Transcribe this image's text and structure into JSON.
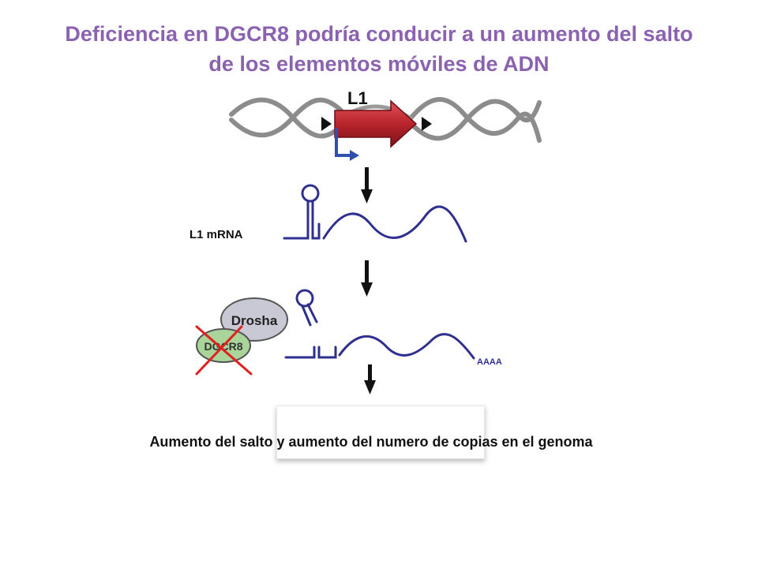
{
  "title": {
    "line1": "Deficiencia en DGCR8 podría conducir a un aumento del salto",
    "line2": "de los elementos móviles de ADN"
  },
  "labels": {
    "l1": "L1",
    "l1_mrna": "L1 mRNA",
    "drosha": "Drosha",
    "dgcr8": "DGCR8",
    "polya": "AAAA"
  },
  "caption": "Aumento del salto y aumento del numero de copias en el genoma",
  "colors": {
    "title": "#8a62b0",
    "rna": "#2f2f8f",
    "dna": "#8c8c8c",
    "element_arrow": "#b8242c",
    "promoter": "#3050b0",
    "drosha_fill": "#c9c9d6",
    "dgcr8_fill": "#a9d49a",
    "cross": "#e02020"
  }
}
